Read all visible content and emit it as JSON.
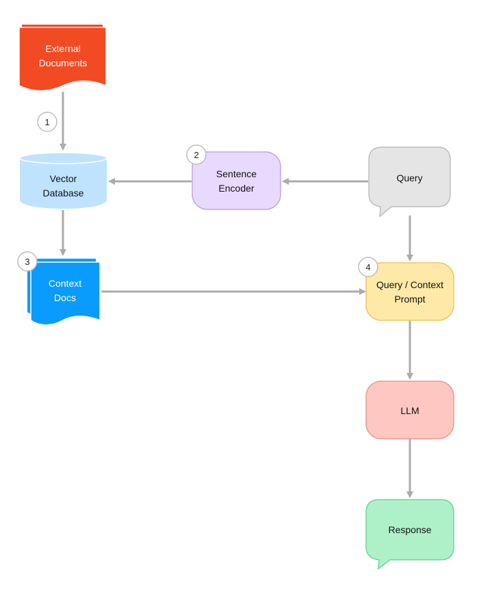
{
  "nodes": {
    "external_documents": {
      "line1": "External",
      "line2": "Documents",
      "color": "#F24A22",
      "text_color": "#ffffff"
    },
    "vector_database": {
      "line1": "Vector",
      "line2": "Database",
      "color": "#BFE3FF",
      "text_color": "#111111"
    },
    "sentence_encoder": {
      "line1": "Sentence",
      "line2": "Encoder",
      "color": "#E8DAFF",
      "border": "#BFA6E6",
      "text_color": "#111111"
    },
    "query": {
      "label": "Query",
      "color": "#E5E5E5",
      "border": "#BDBDBD",
      "text_color": "#111111"
    },
    "context_docs": {
      "line1": "Context",
      "line2": "Docs",
      "color": "#0A9BFF",
      "text_color": "#ffffff"
    },
    "query_context_prompt": {
      "line1": "Query / Context",
      "line2": "Prompt",
      "color": "#FFE9A8",
      "border": "#E8C767",
      "text_color": "#111111"
    },
    "llm": {
      "label": "LLM",
      "color": "#FFC7C2",
      "border": "#E89A94",
      "text_color": "#111111"
    },
    "response": {
      "label": "Response",
      "color": "#AEF1C8",
      "border": "#6FD39A",
      "text_color": "#111111"
    }
  },
  "steps": [
    "1",
    "2",
    "3",
    "4"
  ],
  "arrow_color": "#ABABAB"
}
